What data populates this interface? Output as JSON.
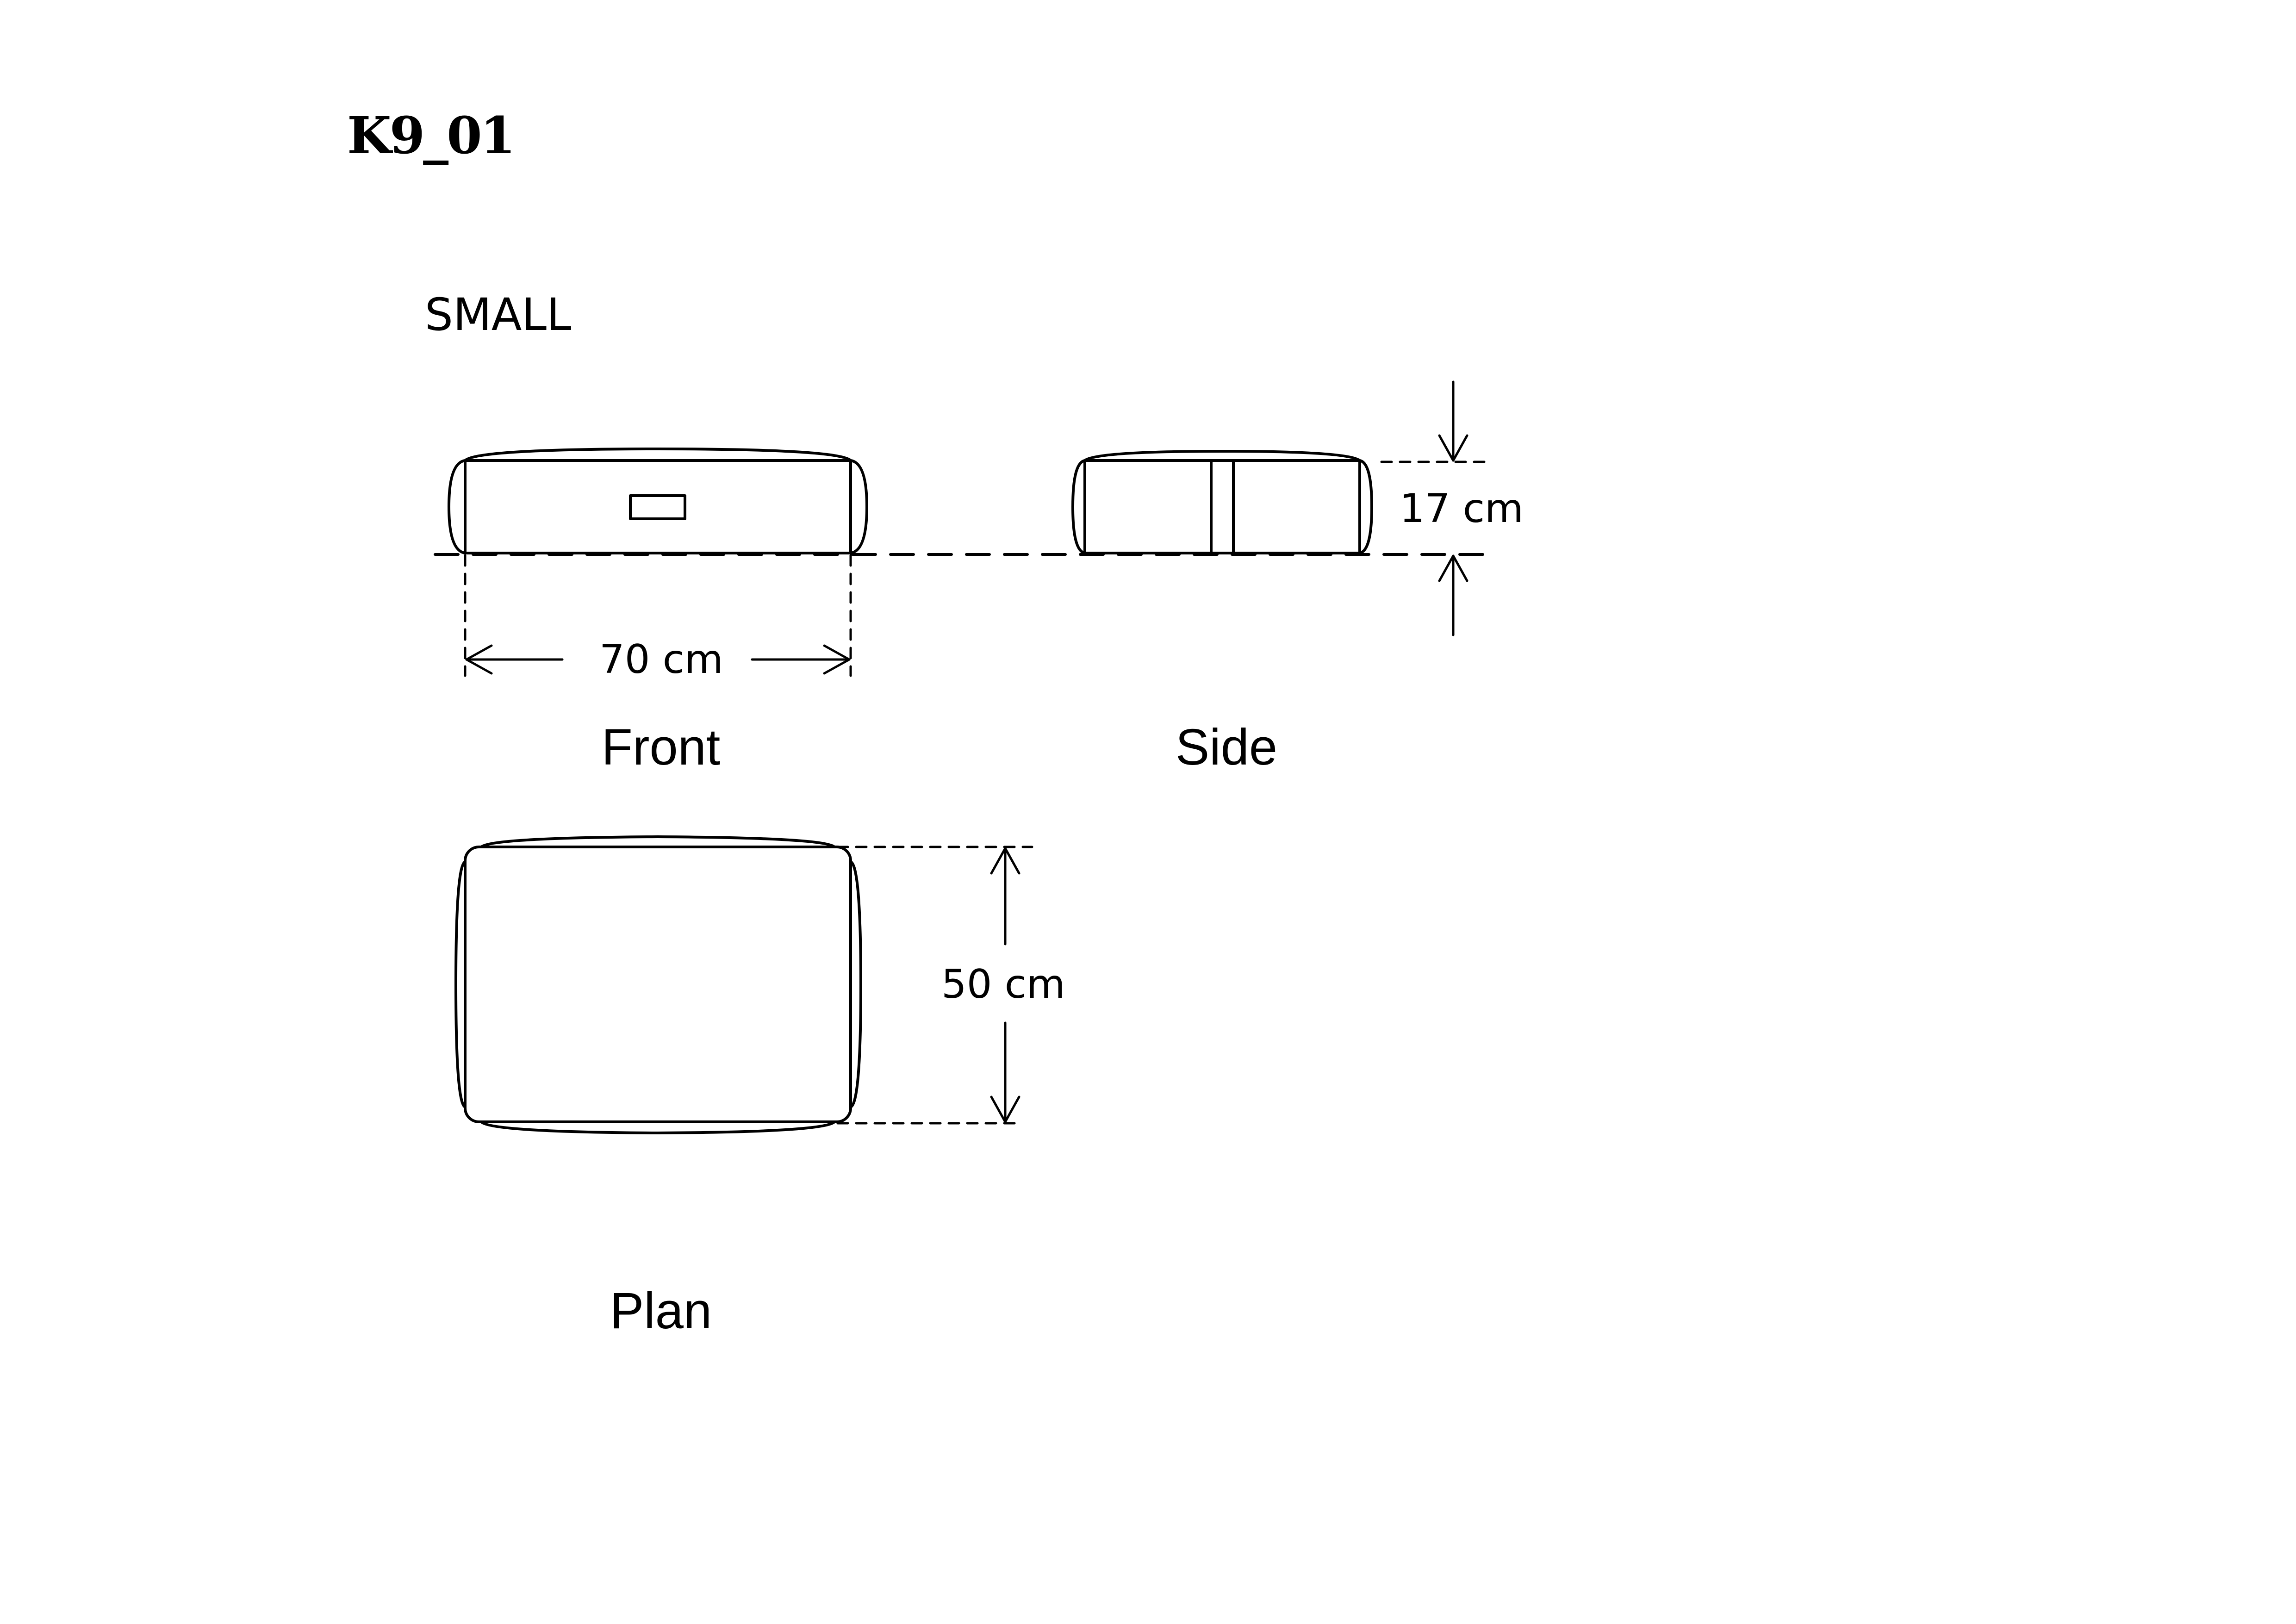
{
  "header": {
    "product_code": "K9_01",
    "size": "SMALL"
  },
  "views": {
    "front": "Front",
    "side": "Side",
    "plan": "Plan"
  },
  "dimensions": {
    "width": "70 cm",
    "height": "17 cm",
    "depth": "50 cm"
  },
  "colors": {
    "line": "#000000",
    "background": "#ffffff"
  }
}
